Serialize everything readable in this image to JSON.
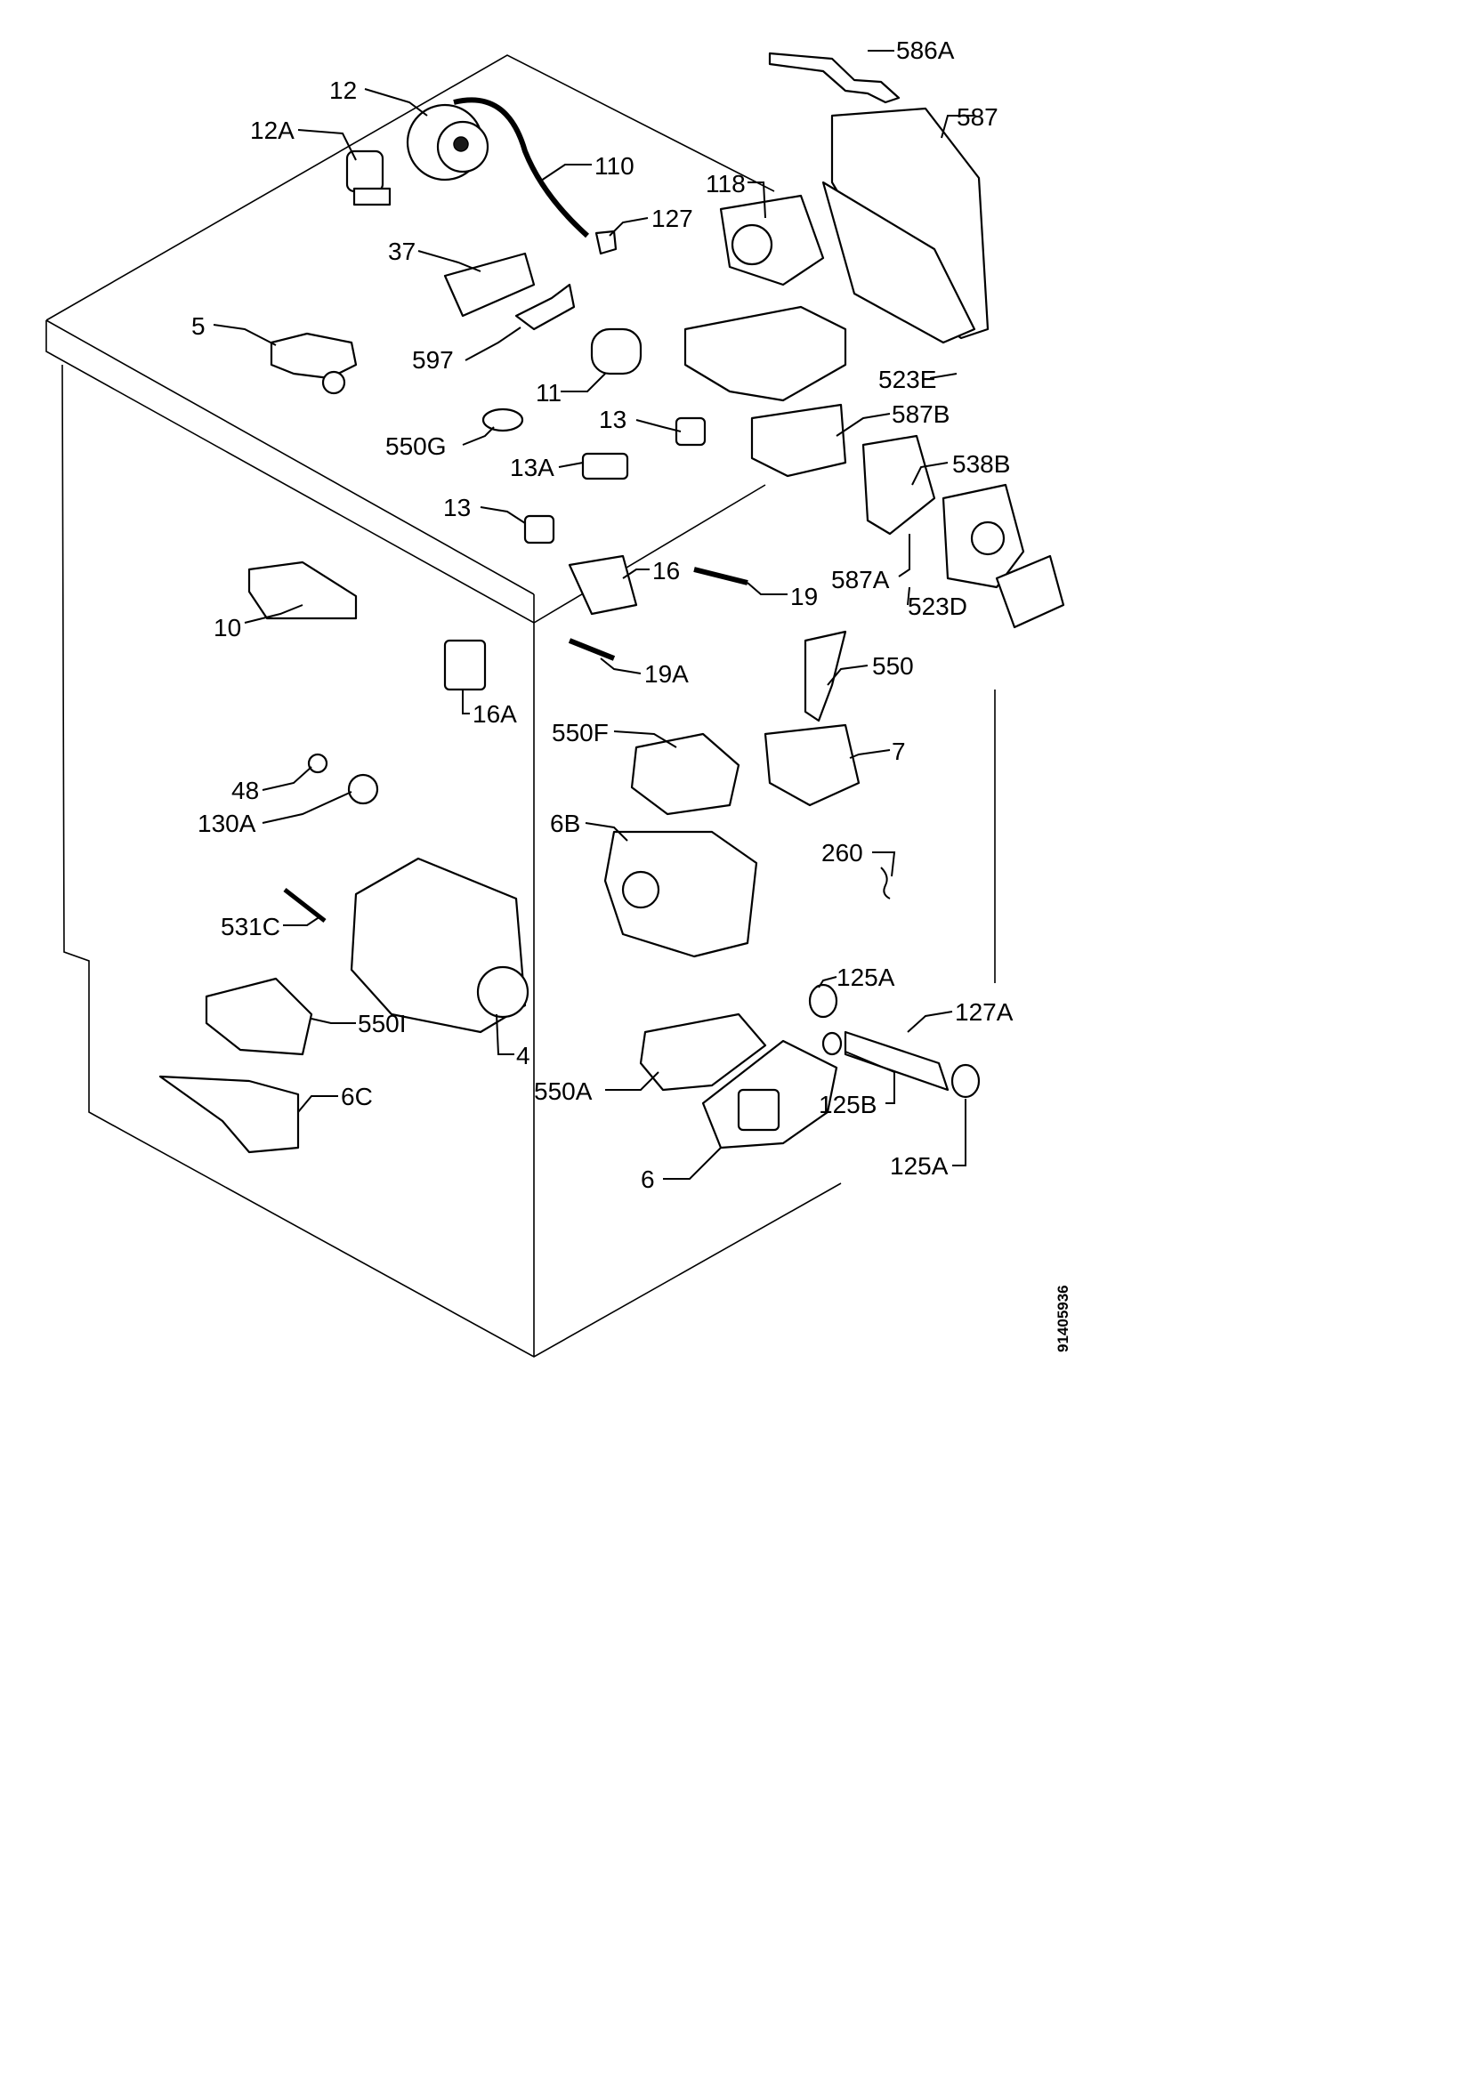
{
  "document_number": "91405936",
  "part_labels": [
    "586A",
    "587",
    "12",
    "12A",
    "110",
    "118",
    "127",
    "37",
    "5",
    "597",
    "11",
    "523E",
    "550G",
    "13",
    "587B",
    "13A",
    "538B",
    "13",
    "16",
    "19",
    "587A",
    "523D",
    "10",
    "19A",
    "550",
    "16A",
    "550F",
    "7",
    "48",
    "130A",
    "6B",
    "260",
    "531C",
    "125A",
    "127A",
    "4",
    "550I",
    "550A",
    "6C",
    "125B",
    "125A",
    "6"
  ]
}
